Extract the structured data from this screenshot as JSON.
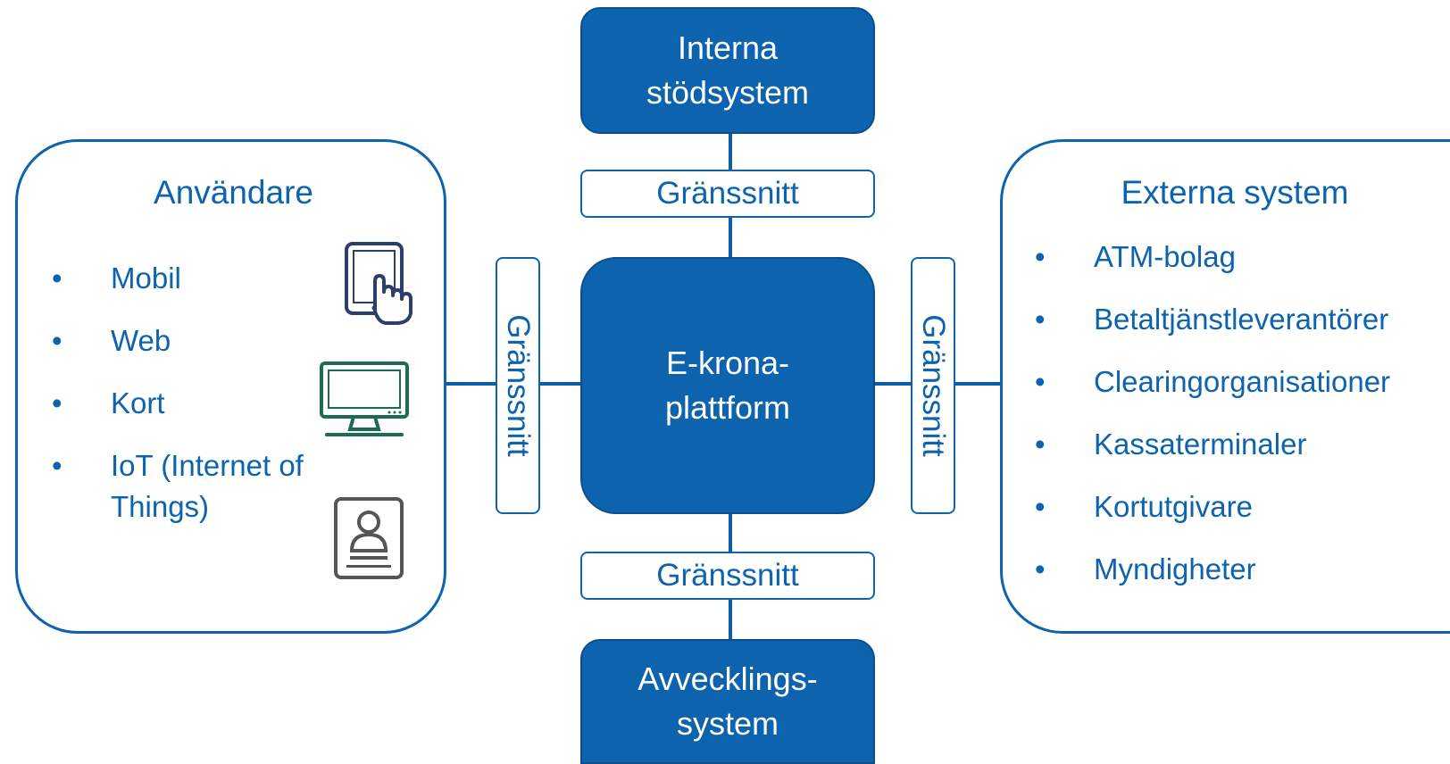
{
  "top_box": {
    "line1": "Interna",
    "line2": "stödsystem"
  },
  "center_box": {
    "line1": "E-krona-",
    "line2": "plattform"
  },
  "bottom_box": {
    "line1": "Avvecklings-",
    "line2": "system"
  },
  "interfaces": {
    "top": "Gränssnitt",
    "bottom": "Gränssnitt",
    "left": "Gränssnitt",
    "right": "Gränssnitt"
  },
  "users_panel": {
    "title": "Användare",
    "items": [
      "Mobil",
      "Web",
      "Kort",
      "IoT (Internet of Things)"
    ],
    "icons": [
      "tablet-touch-icon",
      "desktop-computer-icon",
      "id-card-icon"
    ]
  },
  "external_panel": {
    "title": "Externa system",
    "items": [
      "ATM-bolag",
      "Betaltjänstleverantörer",
      "Clearingorganisationer",
      "Kassaterminaler",
      "Kortutgivare",
      "Myndigheter"
    ]
  },
  "colors": {
    "primary": "#0d63ad",
    "dark_border": "#0a4f8c",
    "icon_green": "#1e6b55",
    "icon_gray": "#555555",
    "icon_navy": "#2d3e6b"
  }
}
